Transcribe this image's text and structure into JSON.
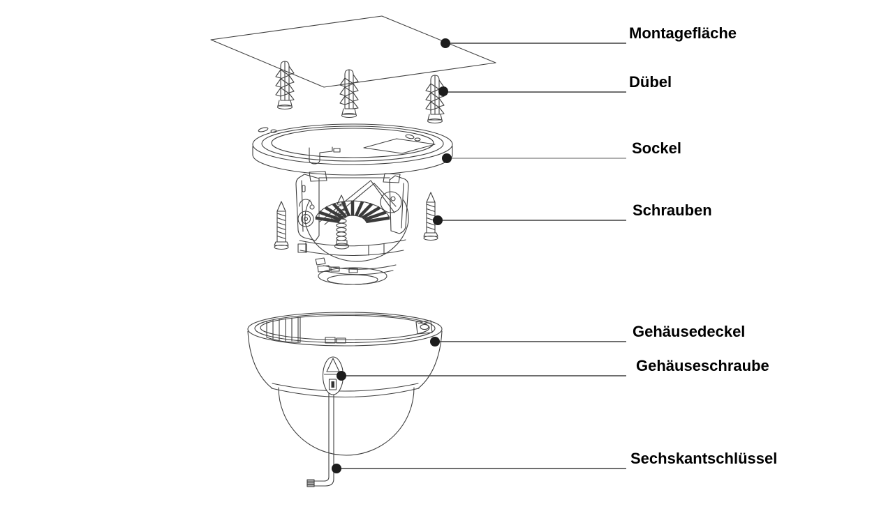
{
  "diagram": {
    "background": "#ffffff",
    "line_color": "#3f3f3f",
    "text_color": "#000000",
    "marker_dot_color": "#1c1c1c",
    "labels": {
      "montageflaeche": "Montagefläche",
      "duebel": "Dübel",
      "sockel": "Sockel",
      "schrauben": "Schrauben",
      "gehaeusedeckel": "Gehäusedeckel",
      "gehaeuseschraube": "Gehäuseschraube",
      "sechskantschluessel": "Sechskantschlüssel"
    }
  }
}
